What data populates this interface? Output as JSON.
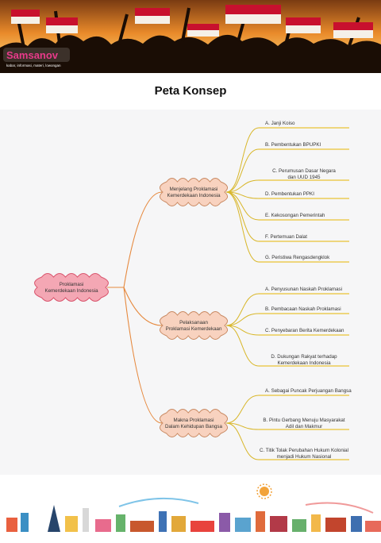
{
  "header": {
    "brand": "Samsanov",
    "tagline": "kabar, informasi, materi, lowongan"
  },
  "title": "Peta Konsep",
  "map": {
    "root": [
      "Proklamasi",
      "Kemerdekaan Indonesia"
    ],
    "branches": [
      {
        "label": [
          "Menjelang Proklamasi",
          "Kemerdekaan Indonesia"
        ],
        "items": [
          [
            "A. Janji Koiso"
          ],
          [
            "B. Pembentukan BPUPKI"
          ],
          [
            "C. Perumusan Dasar Negara",
            "dan UUD 1945"
          ],
          [
            "D. Pembentukan PPKI"
          ],
          [
            "E. Kekosongan Pemerintah"
          ],
          [
            "F. Pertemuan Dalat"
          ],
          [
            "G. Peristiwa Rengasdengklok"
          ]
        ]
      },
      {
        "label": [
          "Pelaksanaan",
          "Proklamasi Kemerdekaan"
        ],
        "items": [
          [
            "A. Penyusunan Naskah Proklamasi"
          ],
          [
            "B. Pembacaan Naskah Proklamasi"
          ],
          [
            "C. Penyebaran Berita Kemerdekaan"
          ],
          [
            "D. Dukungan Rakyat terhadap",
            "Kemerdekaan Indonesia"
          ]
        ]
      },
      {
        "label": [
          "Makna Proklamasi",
          "Dalam Kehidupan Bangsa"
        ],
        "items": [
          [
            "A. Sebagai Puncak Perjuangan Bangsa"
          ],
          [
            "B. Pintu Gerbang Menuju Masyarakat",
            "Adil dan Makmur"
          ],
          [
            "C. Titik Tolak Perubahan Hukum Kolonial",
            "menjadi Hukum Nasional"
          ]
        ]
      }
    ]
  },
  "colors": {
    "root_fill": "#f4a7b4",
    "root_stroke": "#d9576f",
    "branch_fill": "#f8d2bf",
    "branch_stroke": "#c98a63",
    "connector": "#e6893e",
    "leaf_line": "#e9c234",
    "leaf_connector": "#d8b628"
  }
}
